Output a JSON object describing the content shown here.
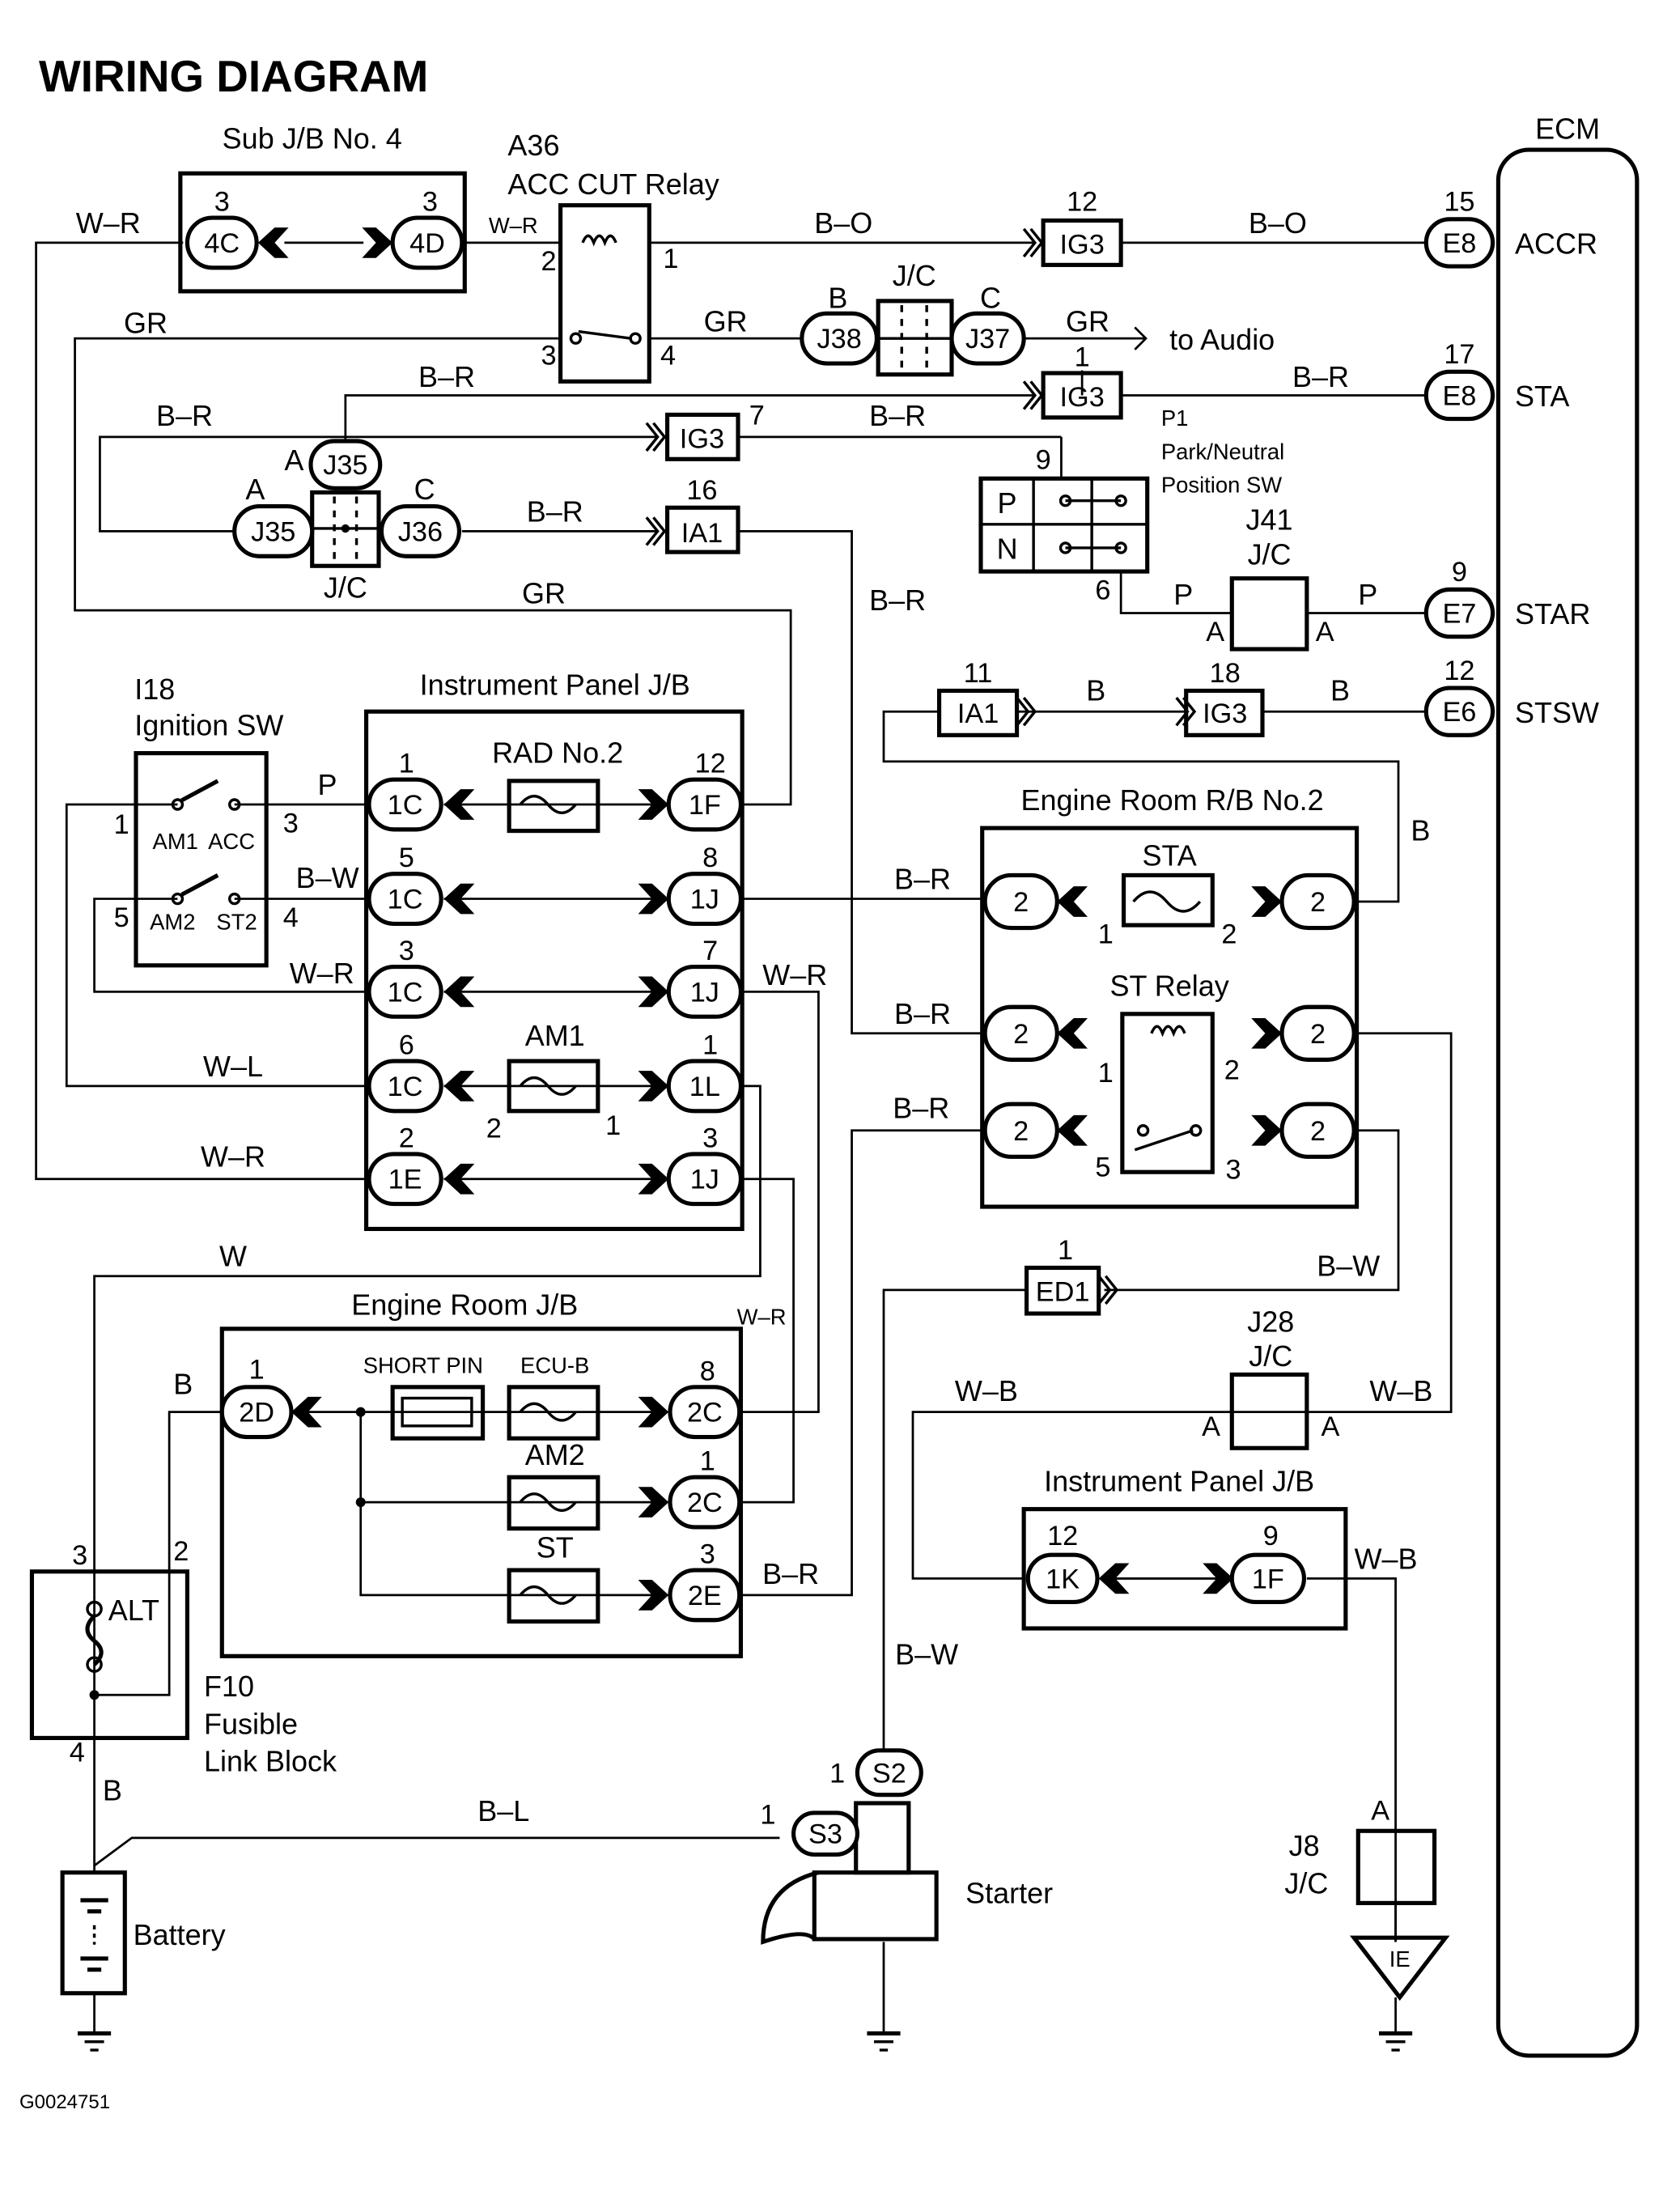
{
  "title": "WIRING DIAGRAM",
  "footer_code": "G0024751",
  "components": {
    "sub_jb4": {
      "name": "Sub J/B No. 4",
      "left_conn": "4C",
      "left_pin": "3",
      "right_conn": "4D",
      "right_pin": "3"
    },
    "acc_cut_relay": {
      "code": "A36",
      "name": "ACC CUT Relay",
      "pins": [
        "2",
        "1",
        "3",
        "4"
      ]
    },
    "jc_j38_j37": {
      "name": "J/C",
      "left_conn": "J38",
      "left_pin": "B",
      "right_conn": "J37",
      "right_pin": "C"
    },
    "jc_j35_j36": {
      "name": "J/C",
      "top_conn": "J35",
      "top_pin": "A",
      "left_conn": "J35",
      "left_pin": "A",
      "right_conn": "J36",
      "right_pin": "C"
    },
    "ig3_12": {
      "conn": "IG3",
      "pin": "12"
    },
    "ig3_1": {
      "conn": "IG3",
      "pin": "1"
    },
    "ig3_7": {
      "conn": "IG3",
      "pin": "7"
    },
    "ia1_16": {
      "conn": "IA1",
      "pin": "16"
    },
    "ia1_11": {
      "conn": "IA1",
      "pin": "11"
    },
    "ig3_18": {
      "conn": "IG3",
      "pin": "18"
    },
    "ed1_1": {
      "conn": "ED1",
      "pin": "1"
    },
    "park_neutral_sw": {
      "code": "P1",
      "name_line1": "Park/Neutral",
      "name_line2": "Position SW",
      "positions": [
        "P",
        "N"
      ],
      "pin_top": "9",
      "pin_bottom": "6"
    },
    "j41": {
      "code": "J41",
      "name": "J/C",
      "left_pin": "A",
      "right_pin": "A"
    },
    "ignition_sw": {
      "code": "I18",
      "name": "Ignition SW",
      "contacts": [
        "AM1",
        "ACC",
        "AM2",
        "ST2"
      ],
      "pins": [
        "1",
        "3",
        "5",
        "4"
      ]
    },
    "instrument_panel_jb": {
      "name": "Instrument Panel J/B",
      "rows": [
        {
          "left_pin": "1",
          "left_conn": "1C",
          "fuse": "RAD No.2",
          "right_pin": "12",
          "right_conn": "1F"
        },
        {
          "left_pin": "5",
          "left_conn": "1C",
          "fuse": "",
          "right_pin": "8",
          "right_conn": "1J"
        },
        {
          "left_pin": "3",
          "left_conn": "1C",
          "fuse": "",
          "right_pin": "7",
          "right_conn": "1J"
        },
        {
          "left_pin": "6",
          "left_conn": "1C",
          "fuse": "AM1",
          "right_pin": "1",
          "right_conn": "1L",
          "fuse_pins": [
            "2",
            "1"
          ]
        },
        {
          "left_pin": "2",
          "left_conn": "1E",
          "fuse": "",
          "right_pin": "3",
          "right_conn": "1J"
        }
      ]
    },
    "engine_room_rb2": {
      "name": "Engine Room R/B No.2",
      "fuse": "STA",
      "fuse_pins": [
        "1",
        "2"
      ],
      "relay": "ST Relay",
      "relay_pins": [
        "1",
        "2",
        "5",
        "3"
      ],
      "conn": "2"
    },
    "engine_room_jb": {
      "name": "Engine Room J/B",
      "left_pin": "1",
      "left_conn": "2D",
      "short_pin": "SHORT PIN",
      "rows": [
        {
          "fuse": "ECU-B",
          "pin": "8",
          "conn": "2C"
        },
        {
          "fuse": "AM2",
          "pin": "1",
          "conn": "2C"
        },
        {
          "fuse": "ST",
          "pin": "3",
          "conn": "2E"
        }
      ]
    },
    "fusible_link": {
      "code": "F10",
      "name_line1": "Fusible",
      "name_line2": "Link Block",
      "fuse": "ALT",
      "pins": [
        "3",
        "2",
        "4"
      ]
    },
    "battery": {
      "name": "Battery"
    },
    "starter": {
      "name": "Starter",
      "conn_s2": "S2",
      "pin_s2": "1",
      "conn_s3": "S3",
      "pin_s3": "1"
    },
    "j28": {
      "code": "J28",
      "name": "J/C",
      "left_pin": "A",
      "right_pin": "A"
    },
    "instrument_panel_jb2": {
      "name": "Instrument Panel J/B",
      "left_pin": "12",
      "left_conn": "1K",
      "right_pin": "9",
      "right_conn": "1F"
    },
    "j8": {
      "code": "J8",
      "name": "J/C",
      "pin": "A",
      "ground": "IE"
    },
    "ecm": {
      "name": "ECM",
      "terminals": [
        {
          "pin": "15",
          "conn": "E8",
          "signal": "ACCR"
        },
        {
          "pin": "17",
          "conn": "E8",
          "signal": "STA"
        },
        {
          "pin": "9",
          "conn": "E7",
          "signal": "STAR"
        },
        {
          "pin": "12",
          "conn": "E6",
          "signal": "STSW"
        }
      ]
    }
  },
  "wire_colors": {
    "w_r_top": "W–R",
    "w_r_relay": "W–R",
    "b_o_1": "B–O",
    "b_o_2": "B–O",
    "gr_left": "GR",
    "gr_j38": "GR",
    "gr_audio": "GR",
    "to_audio": "to Audio",
    "b_r_top": "B–R",
    "b_r_sta": "B–R",
    "b_r_left": "B–R",
    "b_r_ig3_7": "B–R",
    "b_r_j36": "B–R",
    "gr_mid": "GR",
    "b_r_vert": "B–R",
    "p_j41_l": "P",
    "p_j41_r": "P",
    "b_ia1": "B",
    "b_stsw": "B",
    "b_vert": "B",
    "p_ign": "P",
    "b_w_ign": "B–W",
    "w_r_ign": "W–R",
    "w_l": "W–L",
    "w_r_1e": "W–R",
    "w_r_1j": "W–R",
    "b_r_rb1": "B–R",
    "b_r_rb2": "B–R",
    "b_r_rb3": "B–R",
    "w": "W",
    "w_r_erjb": "W–R",
    "b_alt": "B",
    "b_r_2e": "B–R",
    "b_w_ed1": "B–W",
    "w_b_j28l": "W–B",
    "w_b_j28r": "W–B",
    "w_b_1f": "W–B",
    "b_w_s2": "B–W",
    "b_bat": "B",
    "b_l": "B–L"
  }
}
